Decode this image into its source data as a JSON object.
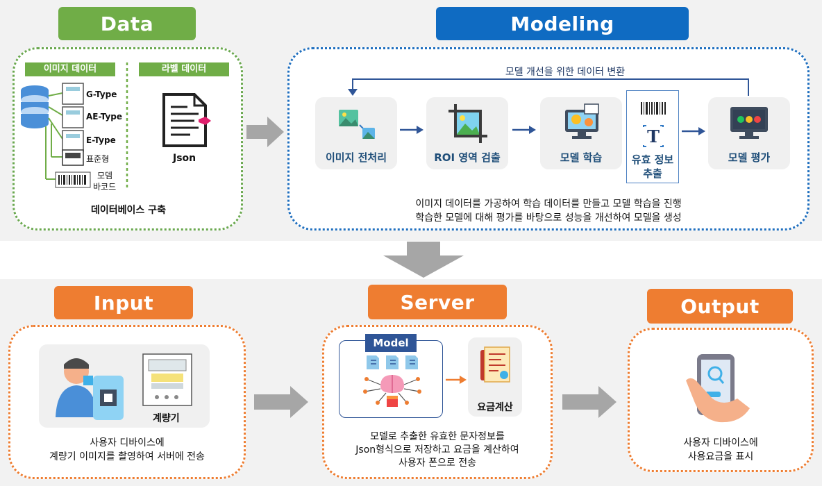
{
  "data_section": {
    "title": "Data",
    "image_data_label": "이미지 데이터",
    "label_data_label": "라벨 데이터",
    "types": [
      "G-Type",
      "AE-Type",
      "E-Type",
      "표준형",
      "모뎀",
      "바코드"
    ],
    "json_label": "Json",
    "caption": "데이터베이스 구축"
  },
  "modeling_section": {
    "title": "Modeling",
    "loop_label": "모델 개선을 위한 데이터 변환",
    "steps": [
      "이미지 전처리",
      "ROI 영역 검출",
      "모델 학습",
      "유효 정보",
      "추출",
      "모델 평가"
    ],
    "caption_line1": "이미지 데이터를 가공하여 학습 데이터를 만들고 모델 학습을 진행",
    "caption_line2": "학습한 모델에 대해 평가를 바탕으로 성능을 개선하여 모델을 생성"
  },
  "input_section": {
    "title": "Input",
    "device_label": "계량기",
    "caption_line1": "사용자 디바이스에",
    "caption_line2": "계량기 이미지를 촬영하여 서버에 전송"
  },
  "server_section": {
    "title": "Server",
    "model_label": "Model",
    "billing_label": "요금계산",
    "caption_line1": "모델로 추출한 유효한 문자정보를",
    "caption_line2": "Json형식으로 저장하고 요금을 계산하여",
    "caption_line3": "사용자 폰으로 전송"
  },
  "output_section": {
    "title": "Output",
    "caption_line1": "사용자 디바이스에",
    "caption_line2": "사용요금을 표시"
  },
  "colors": {
    "green": "#70ad47",
    "blue": "#0f6bc2",
    "orange": "#ee7d31",
    "arrow_gray": "#a6a6a6"
  },
  "icons": [
    "database-icon",
    "meter-icon",
    "document-icon",
    "image-icon",
    "crop-icon",
    "ai-monitor-icon",
    "barcode-icon",
    "text-icon",
    "rating-monitor-icon",
    "user-icon",
    "phone-icon",
    "brain-icon",
    "bill-icon"
  ]
}
